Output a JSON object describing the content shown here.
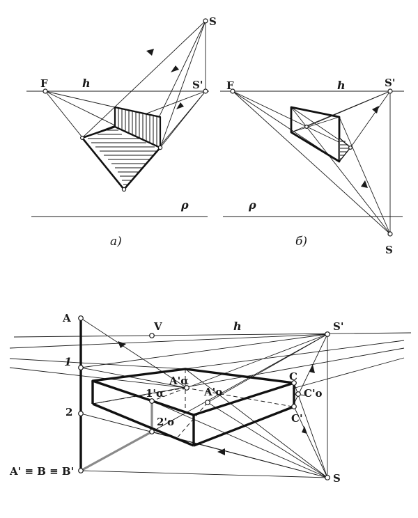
{
  "diagram_a": {
    "label_F": "F",
    "label_h": "h",
    "label_S_prime": "S'",
    "label_S": "S",
    "label_p": "ρ",
    "caption": "а)"
  },
  "diagram_b": {
    "label_F": "F",
    "label_h": "h",
    "label_S_prime": "S'",
    "label_S": "S",
    "label_p": "ρ",
    "caption": "б)"
  },
  "diagram_c": {
    "label_A": "A",
    "label_V": "V",
    "label_h": "h",
    "label_S_prime": "S'",
    "label_1": "1",
    "label_2": "2",
    "label_A_alpha": "A'α",
    "label_1_alpha": "1'α",
    "label_A_o": "A'o",
    "label_2_o": "2'o",
    "label_C": "C",
    "label_C_o": "C'o",
    "label_C_prime": "C'",
    "label_ABB": "A' ≡ B ≡ B'",
    "label_S": "S"
  }
}
